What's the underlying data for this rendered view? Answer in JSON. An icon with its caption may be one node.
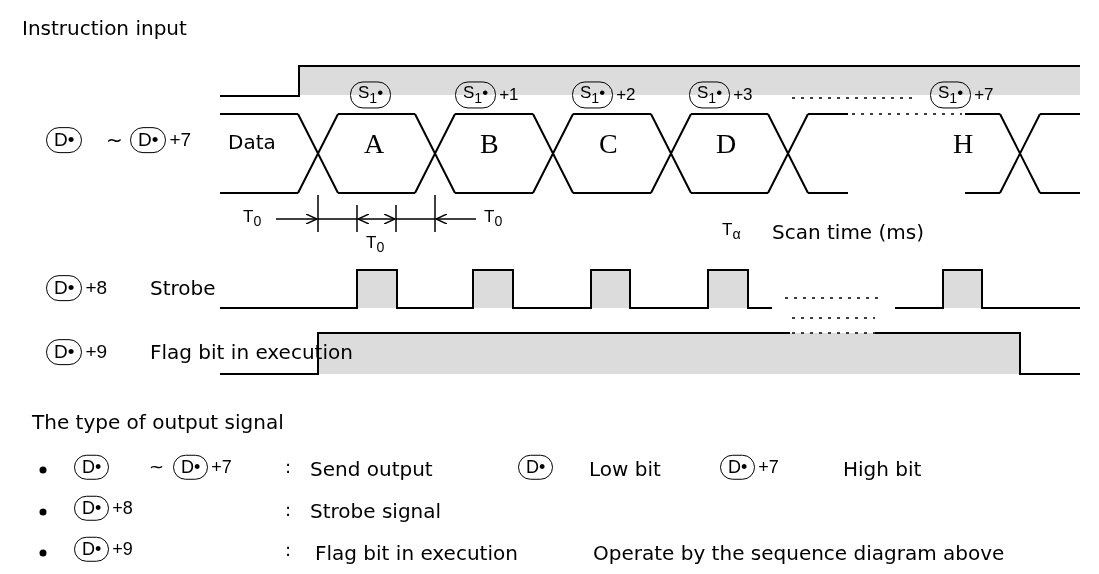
{
  "diagram": {
    "nodes": [
      {
        "text": [
          "S$_{1}$•"
        ]
      },
      {
        "text": [
          "S$_{1}$•"
        ],
        "beside": [
          "+1"
        ]
      },
      {
        "text": [
          "S$_{1}$•"
        ],
        "beside": [
          "+2"
        ]
      },
      {
        "text": [
          "S$_{1}$•"
        ],
        "beside": [
          "+3"
        ]
      },
      {
        "text": [
          "S$_{1}$•"
        ],
        "beside": [
          "+7"
        ]
      },
      {
        "text": [
          "D•"
        ]
      },
      {
        "text": [
          "D•"
        ],
        "beside": [
          "+7"
        ]
      },
      {
        "text": [
          "D•"
        ],
        "beside": [
          "+8"
        ]
      },
      {
        "text": [
          "D•"
        ],
        "beside": [
          "+9"
        ]
      },
      {
        "text": [
          "D•"
        ]
      },
      {
        "text": [
          "D•"
        ],
        "beside": [
          "+7"
        ]
      },
      {
        "text": [
          "D•"
        ]
      },
      {
        "text": [
          "D•"
        ],
        "beside": [
          "+7"
        ]
      },
      {
        "text": [
          "D•"
        ],
        "beside": [
          "+8"
        ]
      },
      {
        "text": [
          "D•"
        ],
        "beside": [
          "+9"
        ]
      }
    ],
    "labels": [
      "Instruction input",
      "~",
      "Data",
      "A",
      "B",
      "C",
      "D",
      "H",
      "T$_{0}$",
      "T$_{0}$",
      "T$_{0}$",
      "T$_{α}$",
      "Scan time (ms)",
      "Strobe",
      "Flag bit in execution",
      "The type of output signal",
      "~",
      ":",
      "Send output",
      "Low bit",
      "High bit",
      ":",
      "Strobe signal",
      ":",
      "Flag bit in execution",
      "Operate by the sequence diagram above"
    ]
  }
}
